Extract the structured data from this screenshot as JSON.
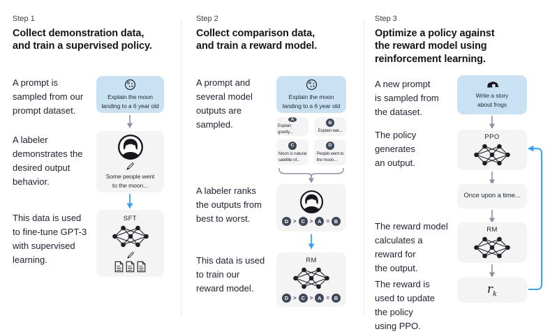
{
  "colors": {
    "prompt-box-bg": "#c9e1f2",
    "model-box-bg": "#f4f4f4",
    "arrow-gray": "#8f8fa3",
    "arrow-blue": "#3aa2f2",
    "badge-bg": "#3e4859",
    "divider": "#e8e8e8",
    "text-dark": "#1d1f26"
  },
  "step1": {
    "step_label": "Step 1",
    "title": "Collect demonstration data,\nand train a supervised policy.",
    "caption_prompt": "A prompt is\nsampled from our\nprompt dataset.",
    "caption_labeler": "A labeler\ndemonstrates the\ndesired output\nbehavior.",
    "caption_finetune": "This data is used\nto fine-tune GPT-3\nwith supervised\nlearning.",
    "prompt_box_text": "Explain the moon\nlanding to a 6 year old",
    "demonstration_text": "Some people went\nto the moon...",
    "model_label": "SFT"
  },
  "step2": {
    "step_label": "Step 2",
    "title": "Collect comparison data,\nand train a reward model.",
    "caption_prompt": "A prompt and\nseveral model\noutputs are\nsampled.",
    "caption_rank": "A labeler ranks\nthe outputs from\nbest to worst.",
    "caption_train": "This data is used\nto train our\nreward model.",
    "prompt_box_text": "Explain the moon\nlanding to a 6 year old",
    "options": [
      {
        "badge": "A",
        "text": "Explain gravity..."
      },
      {
        "badge": "B",
        "text": "Explain war..."
      },
      {
        "badge": "C",
        "text": "Moon is natural\nsatellite of..."
      },
      {
        "badge": "D",
        "text": "People went to\nthe moon..."
      }
    ],
    "ranking": {
      "items": [
        "D",
        "C",
        "A",
        "B"
      ],
      "separators": [
        ">",
        ">",
        "="
      ]
    },
    "model_label": "RM"
  },
  "step3": {
    "step_label": "Step 3",
    "title": "Optimize a policy against\nthe reward model using\nreinforcement learning.",
    "caption_prompt": "A new prompt\nis sampled from\nthe dataset.",
    "caption_policy": "The policy\ngenerates\nan output.",
    "caption_reward": "The reward model\ncalculates a\nreward for\nthe output.",
    "caption_update": "The reward is\nused to update\nthe policy\nusing PPO.",
    "prompt_box_text": "Write a story\nabout frogs",
    "policy_label": "PPO",
    "output_box_text": "Once upon a time...",
    "rm_label": "RM",
    "reward_symbol": "r",
    "reward_subscript": "k"
  }
}
